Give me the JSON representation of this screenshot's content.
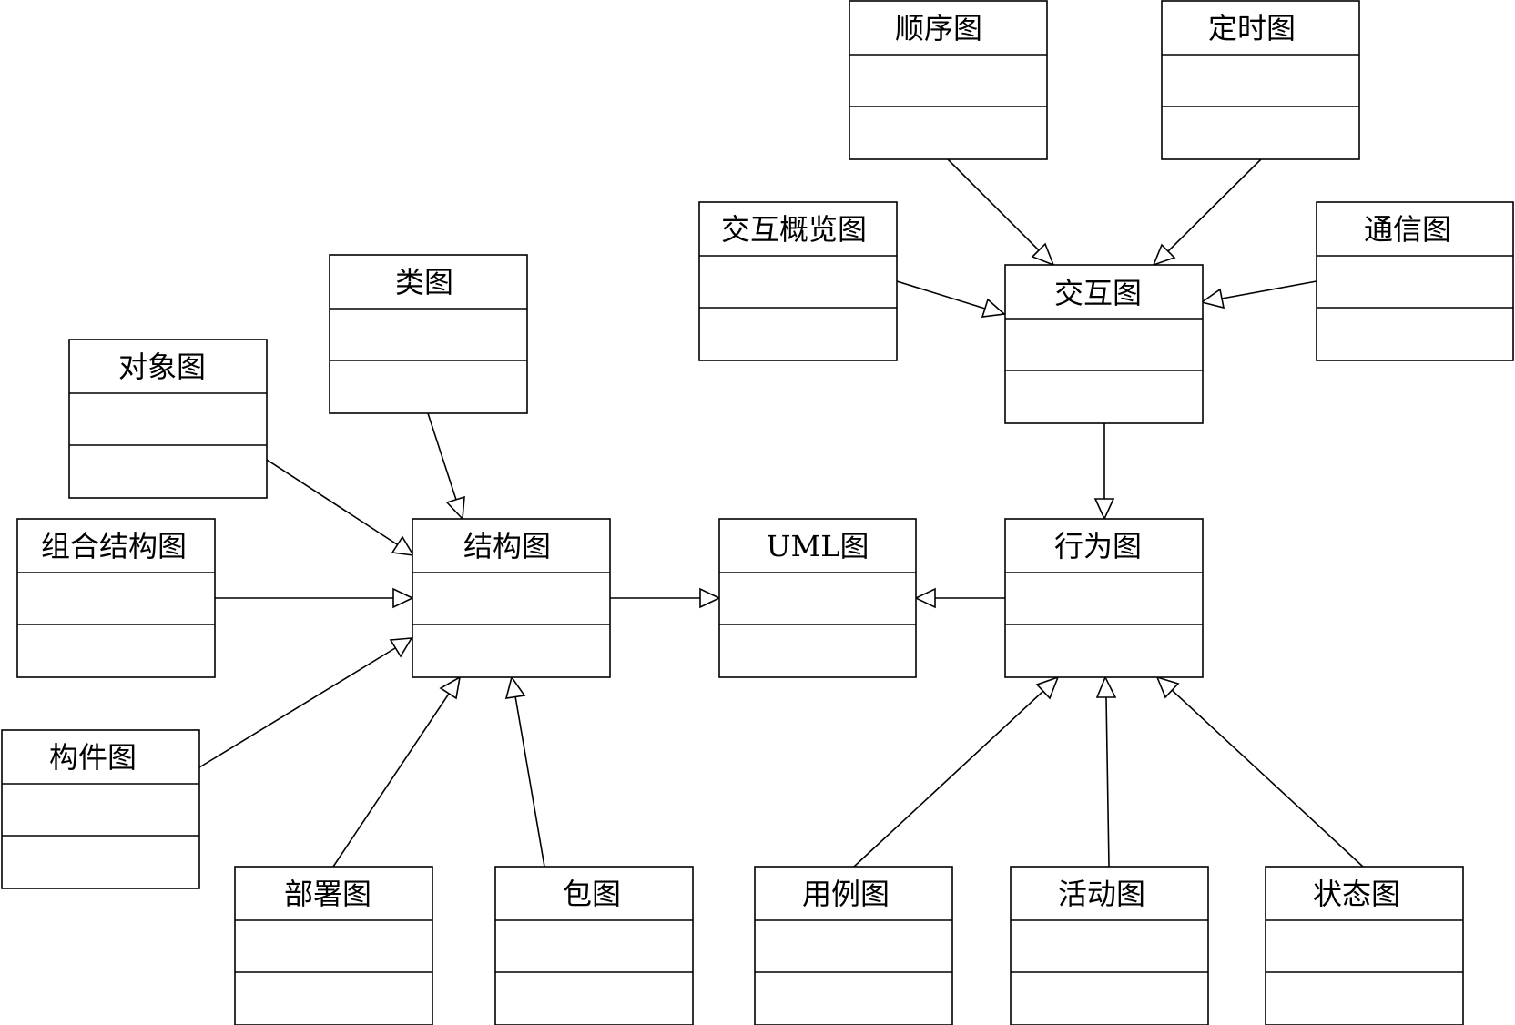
{
  "diagram": {
    "type": "uml-class-hierarchy",
    "nodes": {
      "uml": {
        "title": "UML图"
      },
      "structure": {
        "title": "结构图"
      },
      "behavior": {
        "title": "行为图"
      },
      "interaction": {
        "title": "交互图"
      },
      "class": {
        "title": "类图"
      },
      "object": {
        "title": "对象图"
      },
      "composite": {
        "title": "组合结构图"
      },
      "component": {
        "title": "构件图"
      },
      "deployment": {
        "title": "部署图"
      },
      "package": {
        "title": "包图"
      },
      "usecase": {
        "title": "用例图"
      },
      "activity": {
        "title": "活动图"
      },
      "state": {
        "title": "状态图"
      },
      "overview": {
        "title": "交互概览图"
      },
      "sequence": {
        "title": "顺序图"
      },
      "timing": {
        "title": "定时图"
      },
      "communication": {
        "title": "通信图"
      }
    },
    "edges": [
      {
        "from": "structure",
        "to": "uml",
        "kind": "generalization"
      },
      {
        "from": "behavior",
        "to": "uml",
        "kind": "generalization"
      },
      {
        "from": "interaction",
        "to": "behavior",
        "kind": "generalization"
      },
      {
        "from": "class",
        "to": "structure",
        "kind": "generalization"
      },
      {
        "from": "object",
        "to": "structure",
        "kind": "generalization"
      },
      {
        "from": "composite",
        "to": "structure",
        "kind": "generalization"
      },
      {
        "from": "component",
        "to": "structure",
        "kind": "generalization"
      },
      {
        "from": "deployment",
        "to": "structure",
        "kind": "generalization"
      },
      {
        "from": "package",
        "to": "structure",
        "kind": "generalization"
      },
      {
        "from": "usecase",
        "to": "behavior",
        "kind": "generalization"
      },
      {
        "from": "activity",
        "to": "behavior",
        "kind": "generalization"
      },
      {
        "from": "state",
        "to": "behavior",
        "kind": "generalization"
      },
      {
        "from": "overview",
        "to": "interaction",
        "kind": "generalization"
      },
      {
        "from": "sequence",
        "to": "interaction",
        "kind": "generalization"
      },
      {
        "from": "timing",
        "to": "interaction",
        "kind": "generalization"
      },
      {
        "from": "communication",
        "to": "interaction",
        "kind": "generalization"
      }
    ]
  }
}
